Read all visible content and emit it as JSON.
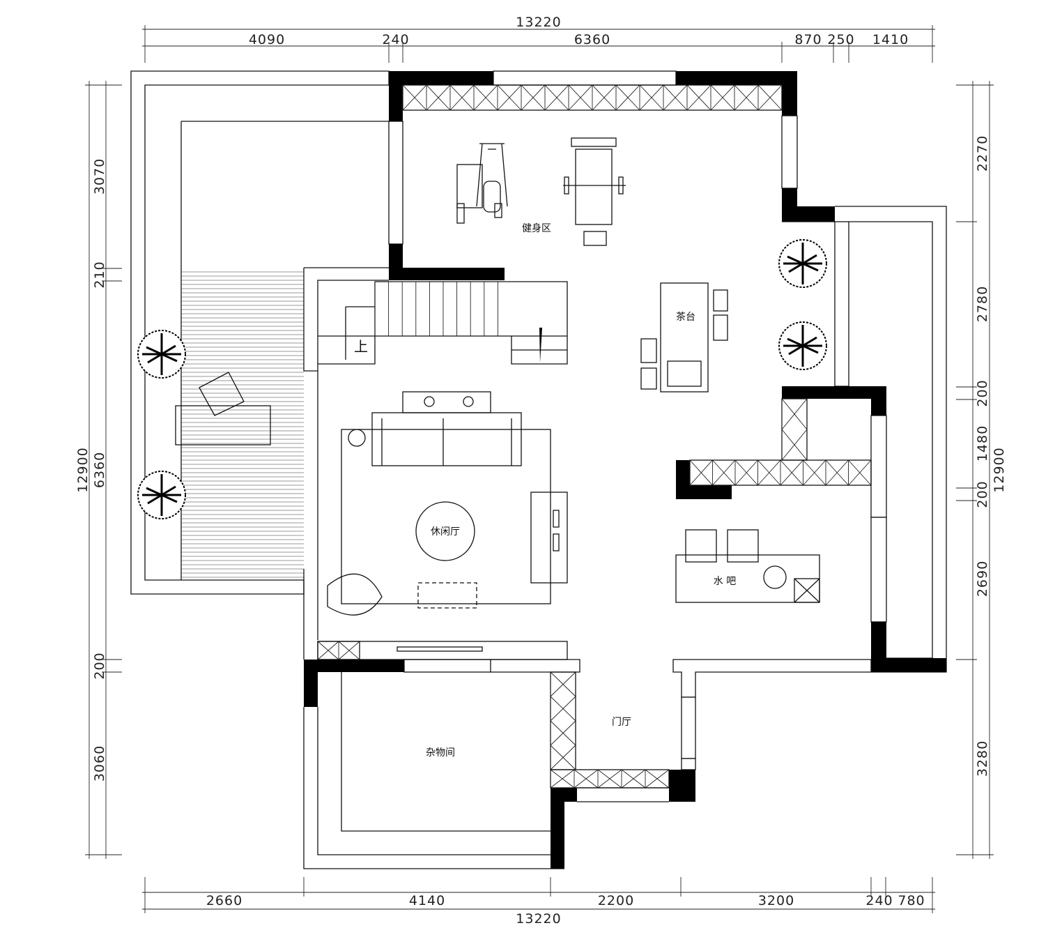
{
  "dimensions": {
    "top_total": "13220",
    "top_segments": [
      "4090",
      "240",
      "6360",
      "870",
      "250",
      "1410"
    ],
    "bottom_total": "13220",
    "bottom_segments": [
      "2660",
      "4140",
      "2200",
      "3200",
      "240",
      "780"
    ],
    "left_total": "12900",
    "left_segments": [
      "3070",
      "210",
      "6360",
      "200",
      "3060"
    ],
    "right_total": "12900",
    "right_segments": [
      "2270",
      "2780",
      "200",
      "1480",
      "200",
      "2690",
      "3280"
    ]
  },
  "rooms": {
    "gym": "健身区",
    "tea_table": "茶台",
    "lounge": "休闲厅",
    "water_bar": "水 吧",
    "foyer": "门厅",
    "storage": "杂物间",
    "stair_up": "上"
  }
}
